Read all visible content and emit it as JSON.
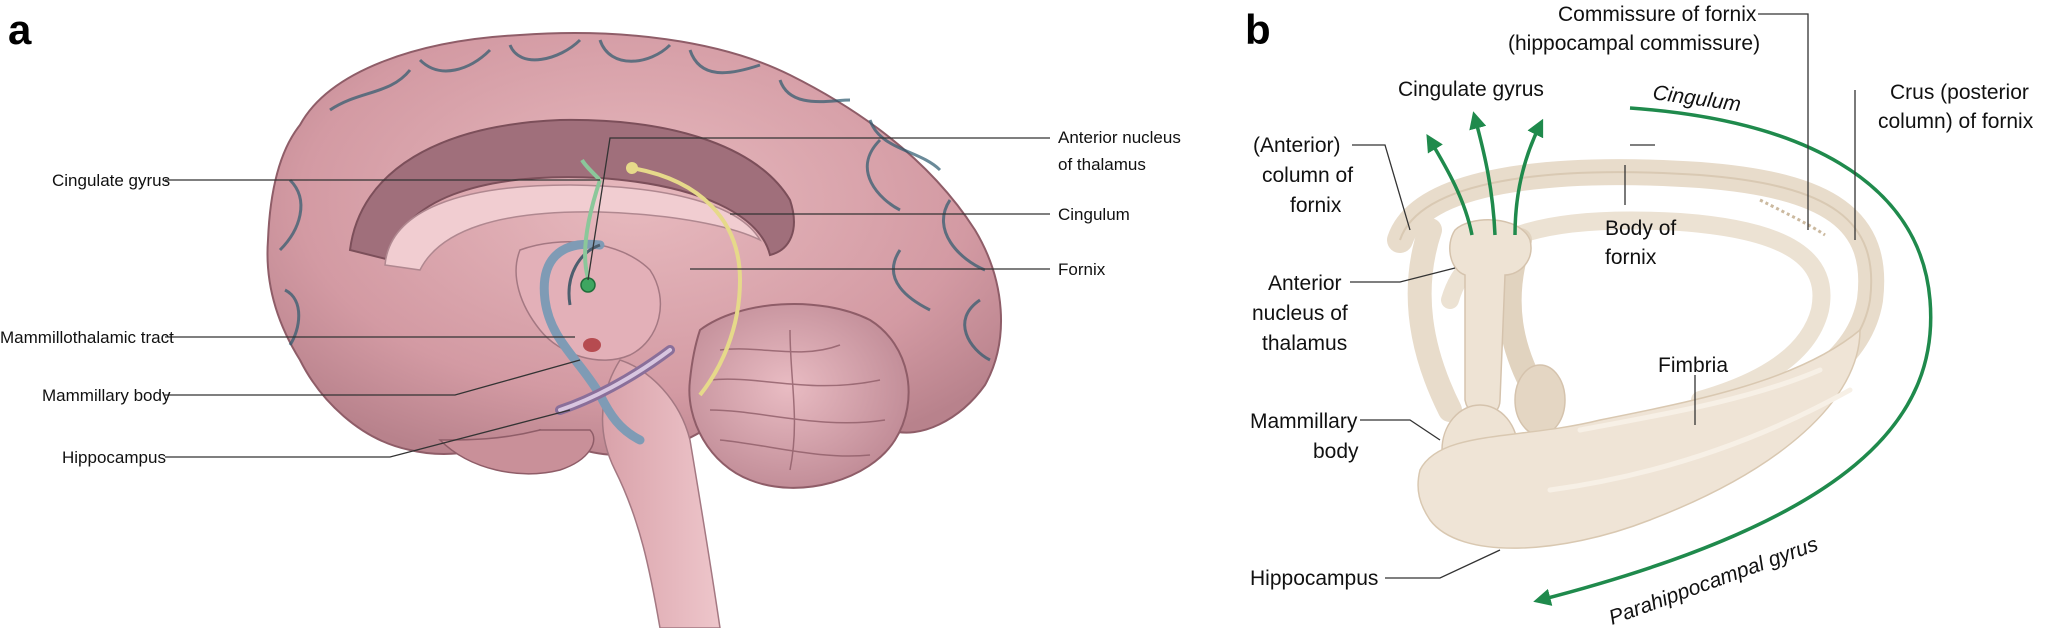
{
  "panel_a": {
    "letter": "a",
    "labels": {
      "cingulate_gyrus": "Cingulate gyrus",
      "mammillothalamic_tract": "Mammillothalamic tract",
      "mammillary_body": "Mammillary body",
      "hippocampus": "Hippocampus",
      "anterior_nucleus_line1": "Anterior nucleus",
      "anterior_nucleus_line2": "of thalamus",
      "cingulum": "Cingulum",
      "fornix": "Fornix"
    }
  },
  "panel_b": {
    "letter": "b",
    "labels": {
      "commissure_line1": "Commissure of fornix",
      "commissure_line2": "(hippocampal commissure)",
      "cingulate_gyrus": "Cingulate gyrus",
      "cingulum": "Cingulum",
      "crus_line1": "Crus (posterior",
      "crus_line2": "column) of fornix",
      "anterior_column_line1": "(Anterior)",
      "anterior_column_line2": "column of",
      "anterior_column_line3": "fornix",
      "body_of_fornix_line1": "Body of",
      "body_of_fornix_line2": "fornix",
      "anterior_nucleus_line1": "Anterior",
      "anterior_nucleus_line2": "nucleus of",
      "anterior_nucleus_line3": "thalamus",
      "fimbria": "Fimbria",
      "mammillary_body_line1": "Mammillary",
      "mammillary_body_line2": "body",
      "hippocampus": "Hippocampus",
      "parahippocampal_gyrus": "Parahippocampal gyrus"
    }
  },
  "colors": {
    "tissue_pink": "#d9a3ab",
    "tissue_dark": "#9c6a74",
    "vessel_blue": "#2c5a6e",
    "fornix_beige": "#e8dccb",
    "arrow_green": "#1f8a4c",
    "overlay_yellow": "#e6d98a",
    "overlay_blue": "#7f9bb5"
  }
}
